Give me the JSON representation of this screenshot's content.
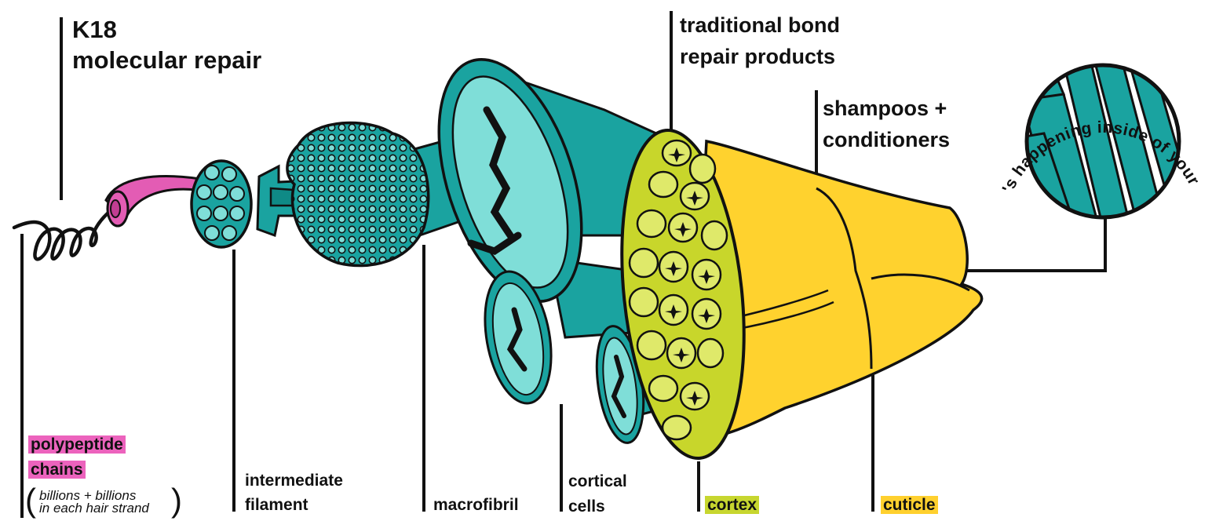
{
  "labels": {
    "k18_line1": "K18",
    "k18_line2": "molecular repair",
    "traditional_line1": "traditional bond",
    "traditional_line2": "repair products",
    "shampoos_line1": "shampoos +",
    "shampoos_line2": "conditioners",
    "polypeptide_line1": "polypeptide",
    "polypeptide_line2": "chains",
    "polypeptide_note_line1": "billions + billions",
    "polypeptide_note_line2": "in each hair strand",
    "intermediate_line1": "intermediate",
    "intermediate_line2": "filament",
    "macrofibril": "macrofibril",
    "cortical_line1": "cortical",
    "cortical_line2": "cells",
    "cortex": "cortex",
    "cuticle": "cuticle",
    "circle_caption": "what's happening inside of your hair?"
  },
  "colors": {
    "teal": "#1aa3a0",
    "teal_dark": "#0f8a86",
    "teal_light": "#7fded8",
    "pink": "#e35cb4",
    "pink_highlight": "#ec63bd",
    "lime": "#c8d62b",
    "lime_highlight": "#c7d62f",
    "yellow": "#ffd22e",
    "yellow_highlight": "#ffd02e",
    "outline": "#111111"
  }
}
